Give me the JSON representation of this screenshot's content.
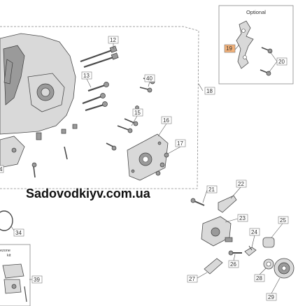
{
  "optional_label": "Optional",
  "watermark": "Sadovodkiyv.com.ua",
  "partial_text_1": "ezone",
  "partial_text_2": "kit",
  "callouts": [
    "12",
    "13",
    "40",
    "18",
    "15",
    "16",
    "17",
    "19",
    "20",
    "21",
    "22",
    "23",
    "24",
    "25",
    "26",
    "27",
    "28",
    "29",
    "34",
    "39",
    "4"
  ]
}
